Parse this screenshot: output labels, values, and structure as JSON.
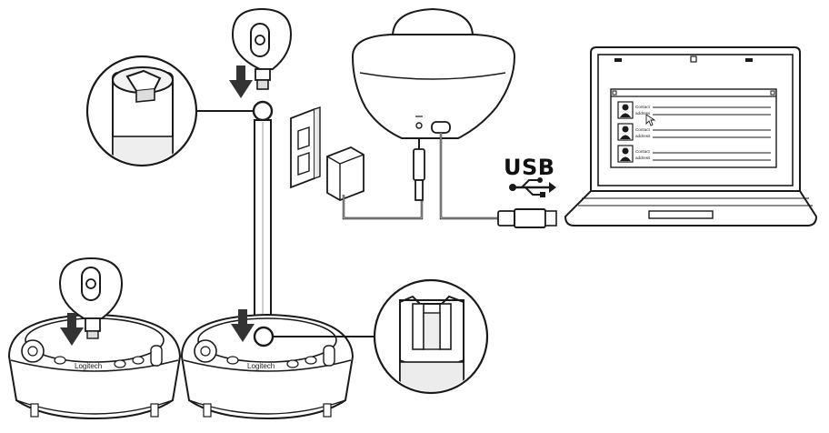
{
  "usb": {
    "label": "USB"
  },
  "contacts": [
    {
      "name": "Contact",
      "detail": "address"
    },
    {
      "name": "Contact",
      "detail": "address"
    },
    {
      "name": "Contact",
      "detail": "address"
    }
  ],
  "brand": {
    "base_left": "Logitech",
    "base_right": "Logitech"
  },
  "colors": {
    "stroke": "#1a1a1a",
    "arrow": "#333333",
    "fill": "#ffffff",
    "shade": "#e8e8e8"
  }
}
